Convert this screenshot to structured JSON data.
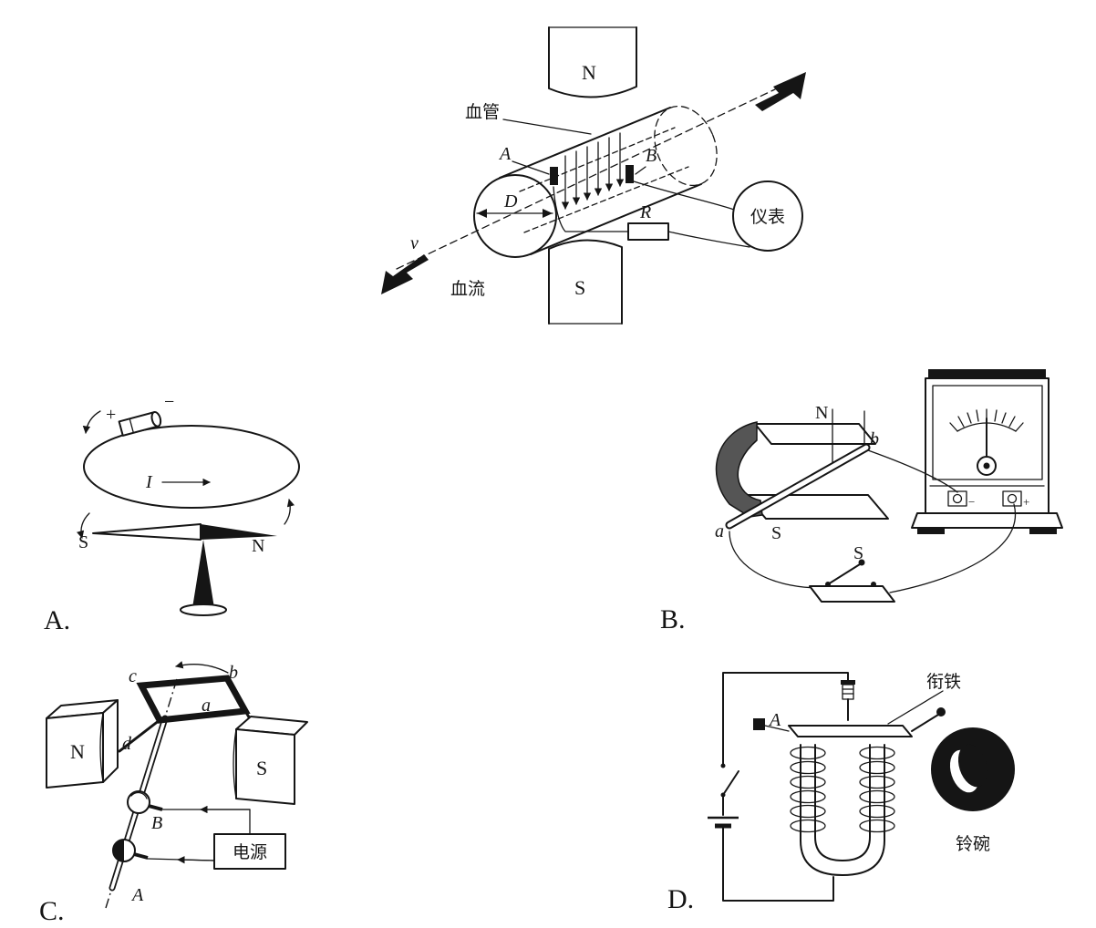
{
  "colors": {
    "ink": "#151515",
    "paper": "#ffffff",
    "magnet_shade": "#555555"
  },
  "figure": {
    "flowmeter": {
      "magnet_top": "N",
      "magnet_bottom": "S",
      "vessel_label": "血管",
      "flow_label": "血流",
      "electrode_a": "A",
      "electrode_b": "B",
      "diameter": "D",
      "resistor": "R",
      "meter": "仪表",
      "velocity": "v"
    },
    "option_a": {
      "tag": "A.",
      "plus": "+",
      "minus": "−",
      "current": "I",
      "needle_s": "S",
      "needle_n": "N"
    },
    "option_b": {
      "tag": "B.",
      "pole_n": "N",
      "pole_s": "S",
      "rod_a": "a",
      "rod_b": "b",
      "switch": "S",
      "term_minus": "−",
      "term_plus": "+"
    },
    "option_c": {
      "tag": "C.",
      "corner_a": "a",
      "corner_b": "b",
      "corner_c": "c",
      "corner_d": "d",
      "pole_n": "N",
      "pole_s": "S",
      "brush_b": "B",
      "brush_a": "A",
      "power": "电源"
    },
    "option_d": {
      "tag": "D.",
      "armature": "衔铁",
      "contact": "A",
      "bell": "铃碗"
    }
  }
}
